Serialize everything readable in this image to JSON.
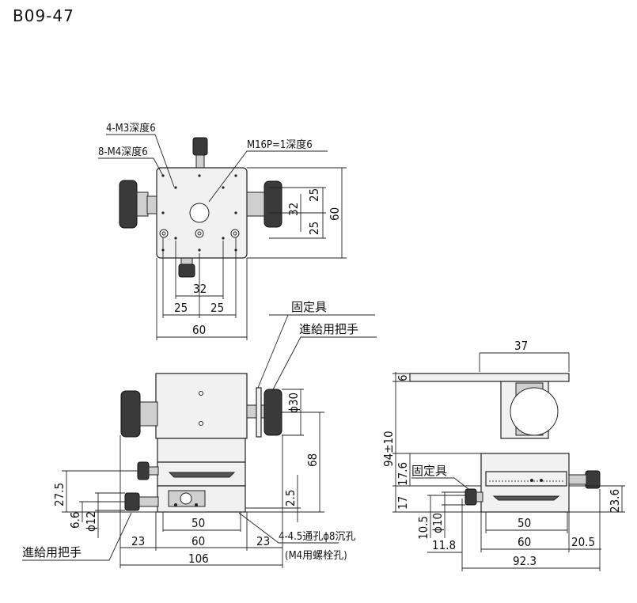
{
  "title": "B09-47",
  "labels": {
    "m3": "4-M3深度6",
    "m4": "8-M4深度6",
    "m16": "M16P=1深度6",
    "clamp_front": "固定具",
    "feed_front": "進給用把手",
    "clamp_side": "固定具",
    "feed_bottom": "進給用把手",
    "hole_note": "4-4.5通孔ϕ8沉孔",
    "hole_note2": "(M4用螺栓孔)"
  },
  "dims_top": {
    "d25a": "25",
    "d32": "32",
    "d25b": "25",
    "d60": "60",
    "b32": "32",
    "b25a": "25",
    "b25b": "25",
    "b60": "60"
  },
  "dims_front": {
    "phi30": "ϕ30",
    "h68": "68",
    "h2_5": "2.5",
    "h27_5": "27.5",
    "h6_6": "6.6",
    "phi12": "ϕ12",
    "w50": "50",
    "w60": "60",
    "w23a": "23",
    "w23b": "23",
    "w106": "106"
  },
  "dims_side": {
    "w37": "37",
    "h6": "6",
    "h94": "94±10",
    "h17_6": "17.6",
    "h17": "17",
    "h23_6": "23.6",
    "h10_5": "10.5",
    "phi10": "ϕ10",
    "h11_8": "11.8",
    "w50": "50",
    "w60": "60",
    "w20_5": "20.5",
    "w92_3": "92.3"
  }
}
